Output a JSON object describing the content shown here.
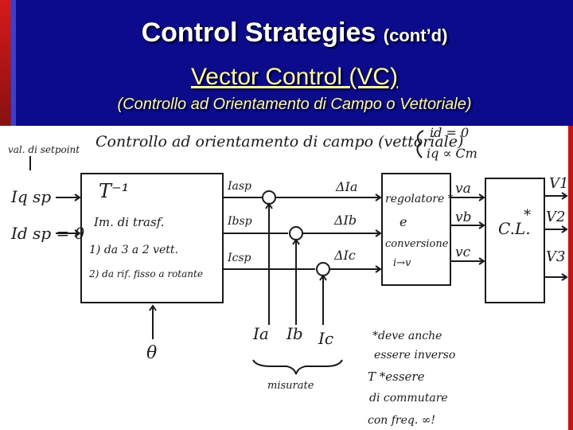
{
  "slide": {
    "title_main": "Control Strategies",
    "title_suffix": "(cont’d)",
    "subtitle": "Vector Control (VC)",
    "subtitle_italian": "(Controllo ad Orientamento di Campo o Vettoriale)"
  },
  "sketch": {
    "heading": "Controllo ad orientamento di campo (vettoriale)",
    "conditions": [
      "id = 0",
      "iq ∝ Cm"
    ],
    "setpoint_note": "val. di setpoint",
    "inputs": [
      "Iq sp",
      "Id sp = 0"
    ],
    "transform_block": [
      "T⁻¹",
      "Im. di trasf.",
      "1) da 3 a 2 vett.",
      "2) da rif. fisso a rotante"
    ],
    "theta": "θ",
    "setpoints": [
      "Iasp",
      "Ibsp",
      "Icsp"
    ],
    "errors": [
      "ΔIa",
      "ΔIb",
      "ΔIc"
    ],
    "regulator_block": [
      "regolatore *",
      "e",
      "conversione",
      "i→v"
    ],
    "voltages": [
      "va",
      "vb",
      "vc"
    ],
    "cl_block": "C.L.",
    "cl_mark": "*",
    "outputs": [
      "V1",
      "V2",
      "V3"
    ],
    "feedback": [
      "Ia",
      "Ib",
      "Ic"
    ],
    "measured_label": "misurate",
    "notes": [
      "*deve anche",
      "essere inverso",
      "T *essere",
      "di commutare",
      "con freq. ∞!"
    ]
  }
}
